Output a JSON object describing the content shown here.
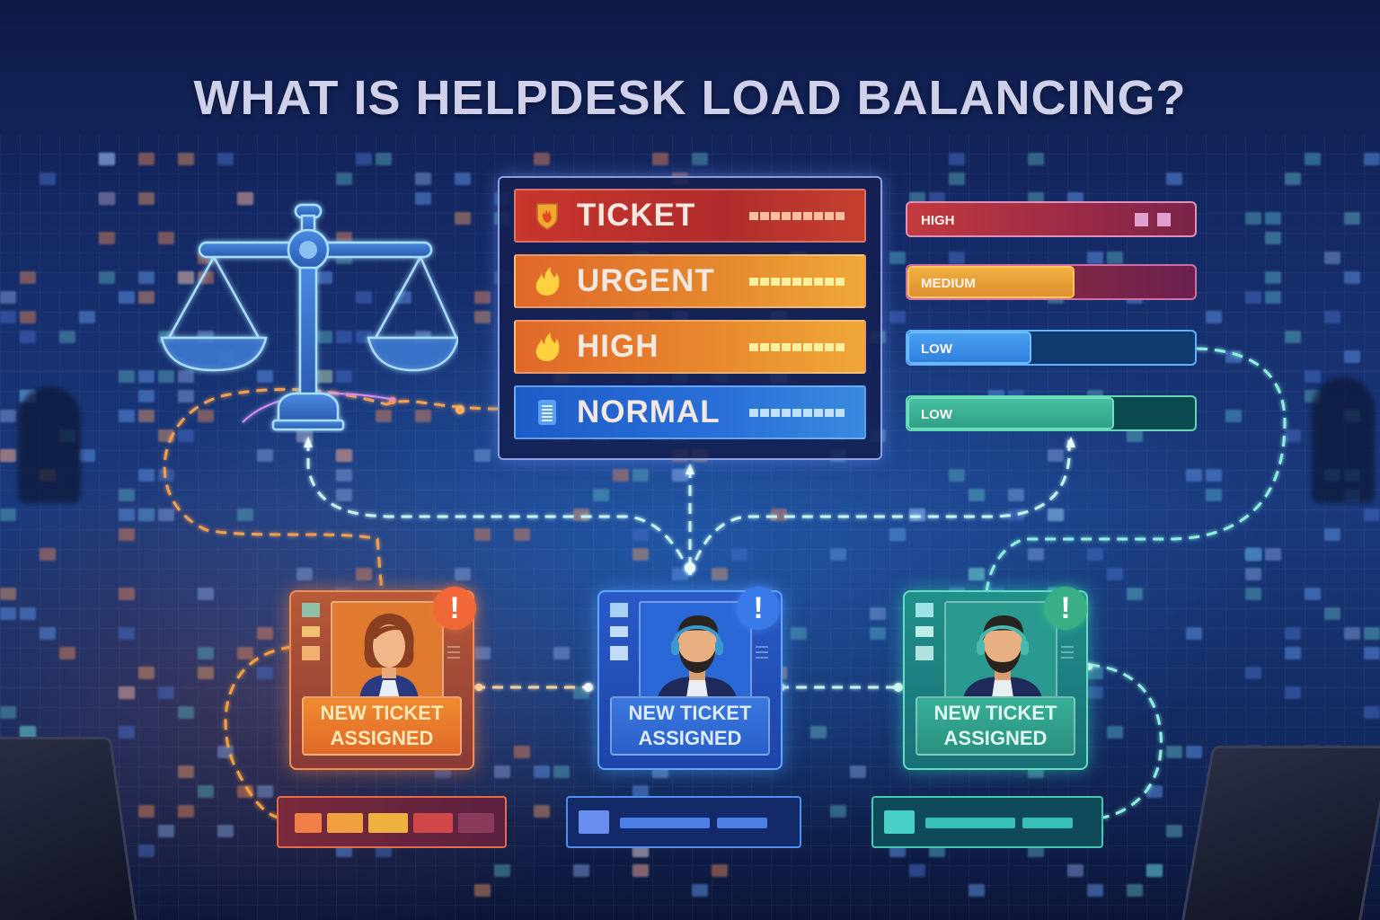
{
  "title": "WHAT IS HELPDESK LOAD BALANCING?",
  "priority_panel": {
    "rows": [
      {
        "label": "TICKET",
        "icon": "shield-flame-icon",
        "color": "#c8362c"
      },
      {
        "label": "URGENT",
        "icon": "flame-icon",
        "color": "#e58a2e"
      },
      {
        "label": "HIGH",
        "icon": "flame-icon",
        "color": "#e88a2e"
      },
      {
        "label": "NORMAL",
        "icon": "document-icon",
        "color": "#2a70d8"
      }
    ]
  },
  "load_bars": [
    {
      "label": "HIGH",
      "fill_pct": 100,
      "color": "#c23a3e"
    },
    {
      "label": "MEDIUM",
      "fill_pct": 58,
      "color": "#e8a03a"
    },
    {
      "label": "LOW",
      "fill_pct": 43,
      "color": "#3a90e8"
    },
    {
      "label": "LOW",
      "fill_pct": 72,
      "color": "#38b090"
    }
  ],
  "agents": [
    {
      "status_line1": "NEW TICKET",
      "status_line2": "ASSIGNED",
      "alert": "!",
      "accent": "#e8742a",
      "avatar": "female-agent"
    },
    {
      "status_line1": "NEW TICKET",
      "status_line2": "ASSIGNED",
      "alert": "!",
      "accent": "#2f6fe0",
      "avatar": "male-agent-headset"
    },
    {
      "status_line1": "NEW TICKET",
      "status_line2": "ASSIGNED",
      "alert": "!",
      "accent": "#2fae96",
      "avatar": "male-agent-headset"
    }
  ],
  "icons": {
    "balance": "scales-icon",
    "alert": "exclamation-icon"
  },
  "colors": {
    "background": "#152a66",
    "title": "#d0d0ea",
    "orange_flow": "#f0a050",
    "cyan_flow": "#a8f0f0"
  }
}
